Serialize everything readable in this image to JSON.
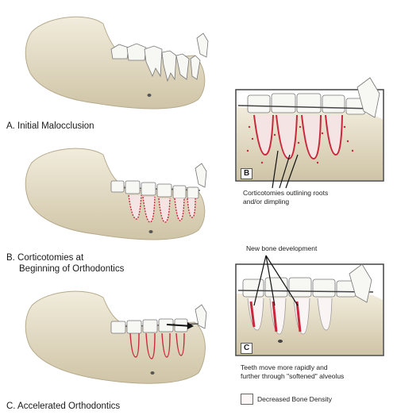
{
  "panels": [
    {
      "id": "A",
      "label": "A. Initial Malocclusion"
    },
    {
      "id": "B",
      "label_line1": "B. Corticotomies at",
      "label_line2": "Beginning of Orthodontics"
    },
    {
      "id": "C",
      "label": "C. Accelerated  Orthodontics"
    }
  ],
  "insets": [
    {
      "id": "B",
      "box_letter": "B",
      "caption_line1": "Corticotomies outlining roots",
      "caption_line2": "and/or dimpling"
    },
    {
      "id": "C",
      "box_letter": "C",
      "top_note": "New bone development",
      "caption_line1": "Teeth move more rapidly and",
      "caption_line2": "further through \"softened\" alveolus"
    }
  ],
  "legend": {
    "label": "Decreased Bone Density"
  },
  "colors": {
    "bone": "#e9e2cf",
    "bone_shadow": "#c9bea1",
    "tooth": "#f7f7f4",
    "cut": "#c8283a",
    "outline": "#555555"
  }
}
